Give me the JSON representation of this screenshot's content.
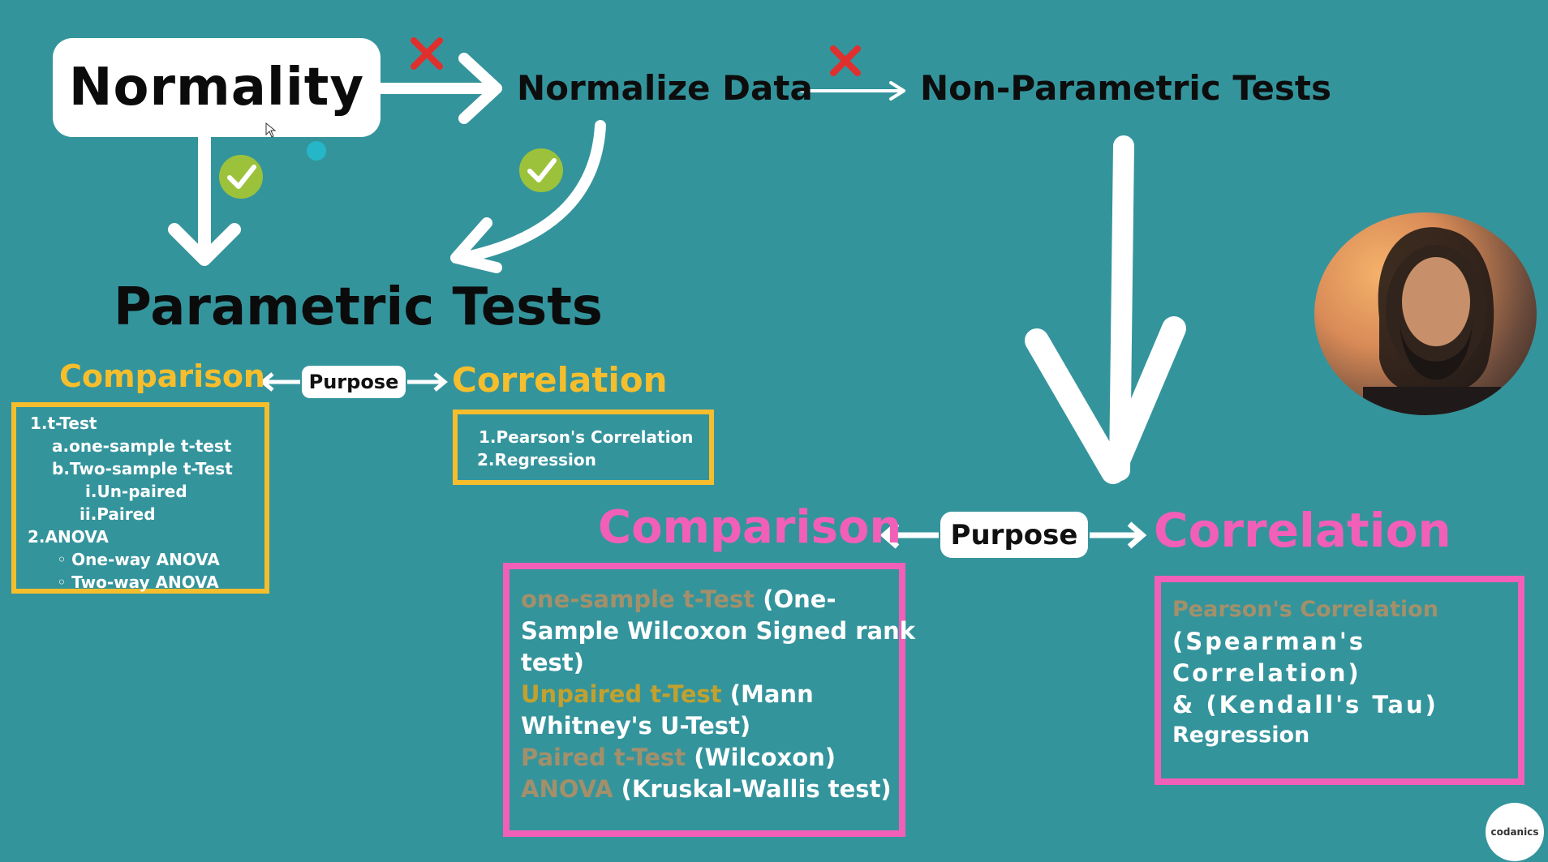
{
  "top": {
    "normality": "Normality",
    "normalize_data": "Normalize Data",
    "non_parametric_tests": "Non-Parametric Tests"
  },
  "parametric": {
    "title": "Parametric Tests",
    "purpose": "Purpose",
    "comparison": {
      "label": "Comparison",
      "items": [
        "1.t-Test",
        "a.one-sample t-test",
        "b.Two-sample t-Test",
        "i.Un-paired",
        "ii.Paired",
        "2.ANOVA",
        "One-way ANOVA",
        "Two-way ANOVA"
      ]
    },
    "correlation": {
      "label": "Correlation",
      "items": [
        "1.Pearson's Correlation",
        "2.Regression"
      ]
    }
  },
  "nonparametric": {
    "purpose": "Purpose",
    "comparison": {
      "label": "Comparison",
      "lines": [
        {
          "muted": "one-sample t-Test",
          "rest": " (One-"
        },
        {
          "muted": "",
          "rest": "Sample Wilcoxon Signed rank"
        },
        {
          "muted": "",
          "rest": "test)"
        },
        {
          "muted": "Unpaired t-Test",
          "rest": " (Mann"
        },
        {
          "muted": "",
          "rest": "Whitney's U-Test)"
        },
        {
          "muted": "Paired t-Test",
          "rest": " (Wilcoxon)"
        },
        {
          "muted": "ANOVA",
          "rest": " (Kruskal-Wallis test)"
        }
      ]
    },
    "correlation": {
      "label": "Correlation",
      "lines": [
        {
          "muted": "Pearson's Correlation",
          "rest": ""
        },
        {
          "muted": "",
          "rest": "(Spearman's"
        },
        {
          "muted": "",
          "rest": "Correlation)"
        },
        {
          "muted": "",
          "rest": "& (Kendall's Tau)"
        },
        {
          "muted": "",
          "rest": "Regression"
        }
      ]
    }
  },
  "logo": {
    "text": "codanics"
  },
  "colors": {
    "background": "#34949c",
    "yellow": "#f6be2c",
    "pink": "#f25fb8",
    "check_green": "#9bc23a",
    "cross_red": "#e0302e"
  },
  "icons": [
    "check-icon",
    "cross-icon",
    "arrow-icon"
  ]
}
